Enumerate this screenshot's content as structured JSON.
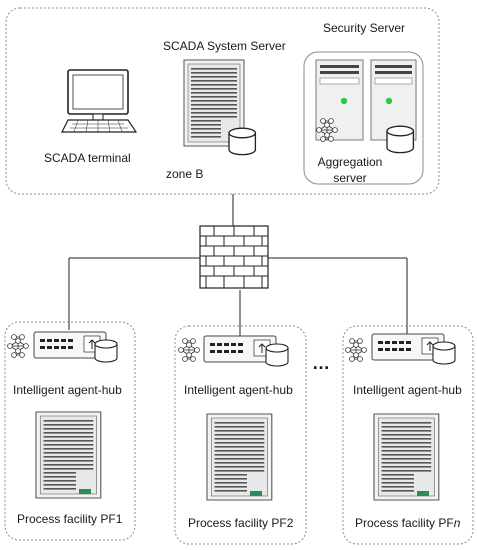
{
  "zone": {
    "scada_terminal_label": "SCADA terminal",
    "scada_server_label": "SCADA System Server",
    "zone_label": "zone B",
    "security_server_label": "Security Server",
    "aggregation_line1": "Aggregation",
    "aggregation_line2": "server"
  },
  "ellipsis": "…",
  "facilities": [
    {
      "hub_label": "Intelligent agent-hub",
      "facility_prefix": "Process facility PF",
      "facility_suffix": "1"
    },
    {
      "hub_label": "Intelligent agent-hub",
      "facility_prefix": "Process facility PF",
      "facility_suffix": "2"
    },
    {
      "hub_label": "Intelligent agent-hub",
      "facility_prefix": "Process facility PF",
      "facility_suffix": "n"
    }
  ],
  "colors": {
    "border": "#8c8c8c",
    "server_fill": "#f2f2f2",
    "dark": "#262626",
    "led_green": "#2ecc40",
    "accent_green": "#2a8f56",
    "firewall_fill": "#ffffff"
  }
}
